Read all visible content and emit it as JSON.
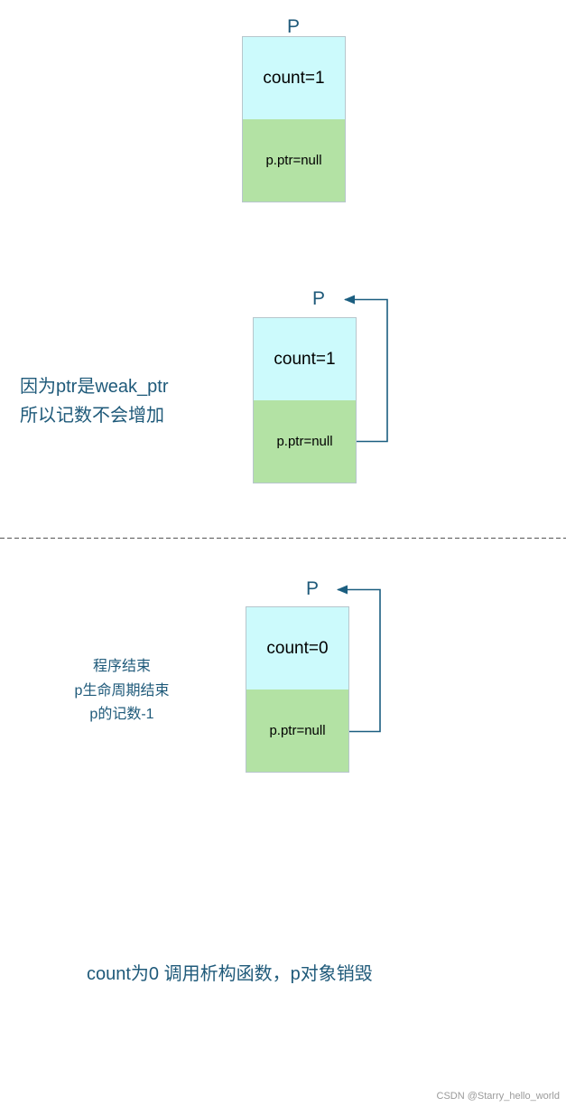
{
  "colors": {
    "text": "#1f5a7a",
    "arrow": "#1b5e80",
    "count_fill": "#ccfafc",
    "ptr_fill": "#b3e2a4",
    "divider": "#555555",
    "watermark": "#9a9a9a"
  },
  "groups": [
    {
      "label": "P",
      "count_text": "count=1",
      "ptr_text": "p.ptr=null",
      "has_arrow": false
    },
    {
      "label": "P",
      "count_text": "count=1",
      "ptr_text": "p.ptr=null",
      "has_arrow": true
    },
    {
      "label": "P",
      "count_text": "count=0",
      "ptr_text": "p.ptr=null",
      "has_arrow": true
    }
  ],
  "notes": {
    "weak_ptr_line1": "因为ptr是weak_ptr",
    "weak_ptr_line2": "所以记数不会增加",
    "end_line1": "程序结束",
    "end_line2": "p生命周期结束",
    "end_line3": "p的记数-1"
  },
  "caption": "count为0 调用析构函数，p对象销毁",
  "watermark": "CSDN @Starry_hello_world"
}
